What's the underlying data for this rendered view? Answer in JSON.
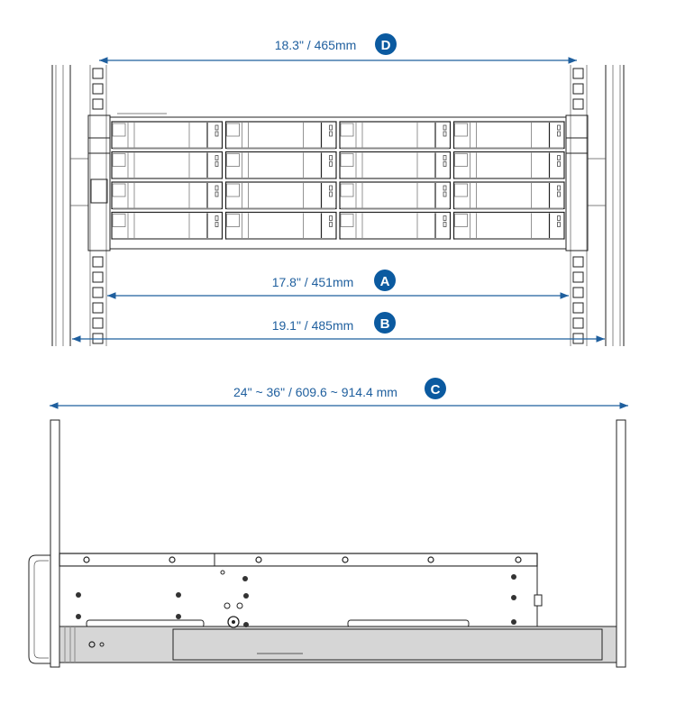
{
  "colors": {
    "dimension": "#1f5f9e",
    "badge": "#0b5aa0",
    "rail_fill": "#d6d6d6"
  },
  "dimensions": [
    {
      "badge": "D",
      "label": "18.3\" / 465mm"
    },
    {
      "badge": "A",
      "label": "17.8\" / 451mm"
    },
    {
      "badge": "B",
      "label": "19.1\" / 485mm"
    },
    {
      "badge": "C",
      "label": "24\" ~ 36\" / 609.6 ~ 914.4 mm"
    }
  ]
}
